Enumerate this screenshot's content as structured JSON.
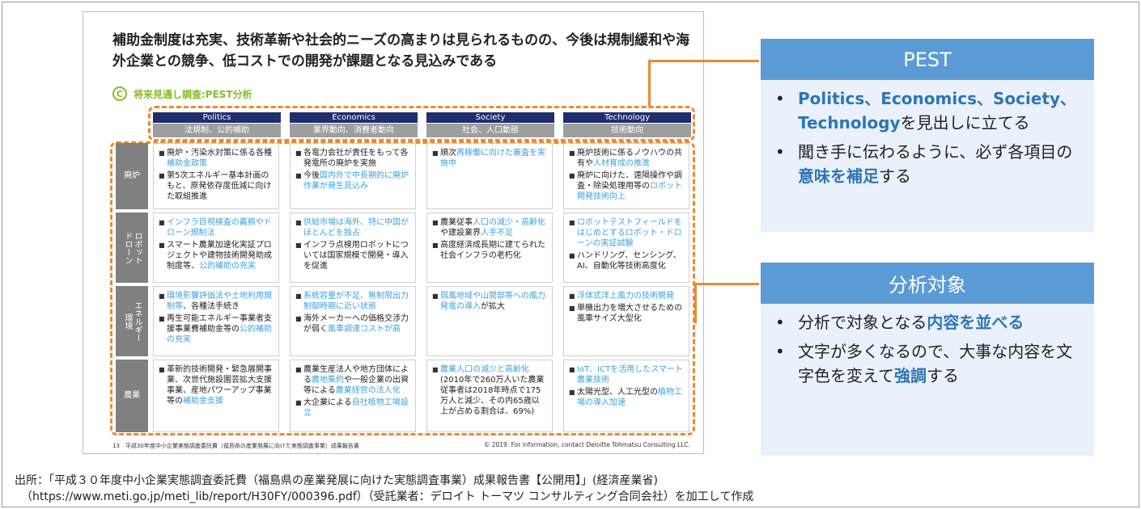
{
  "slide": {
    "title": "補助金制度は充実、技術革新や社会的ニーズの高まりは見られるものの、今後は規制緩和や海外企業との競争、低コストでの開発が課題となる見込みである",
    "sub_letter": "C",
    "sub_label": "将来見通し調査:PEST分析",
    "columns": [
      {
        "en": "Politics",
        "jp": "法規制、公的補助"
      },
      {
        "en": "Economics",
        "jp": "業界動向、消費者動向"
      },
      {
        "en": "Society",
        "jp": "社会、人口動態"
      },
      {
        "en": "Technology",
        "jp": "技術動向"
      }
    ],
    "rows": [
      {
        "label": "廃炉",
        "cells": [
          [
            [
              {
                "t": "廃炉・汚染水対策に係る各種"
              },
              {
                "t": "補助金政策",
                "h": true
              }
            ],
            [
              {
                "t": "第5次エネルギー基本計画のもと、原発依存度低減に向けた取組推進"
              }
            ]
          ],
          [
            [
              {
                "t": "各電力会社が責任をもって各発電所の廃炉を実施"
              }
            ],
            [
              {
                "t": "今後"
              },
              {
                "t": "国内外で中長期的に廃炉作業が発生見込み",
                "h": true
              }
            ]
          ],
          [
            [
              {
                "t": "順次"
              },
              {
                "t": "再稼働に向けた審査を実施中",
                "h": true
              }
            ]
          ],
          [
            [
              {
                "t": "廃炉技術に係るノウハウの共有や"
              },
              {
                "t": "人材育成の推進",
                "h": true
              }
            ],
            [
              {
                "t": "廃炉に向けた、遠隔操作や調査・除染処理用等の"
              },
              {
                "t": "ロボット開発技術向上",
                "h": true
              }
            ]
          ]
        ]
      },
      {
        "label": "ロボット\nドローン",
        "cells": [
          [
            [
              {
                "t": "インフラ目視検査の義務やドローン規制法",
                "h": true
              }
            ],
            [
              {
                "t": "スマート農業加速化実証プロジェクトや建物技術開発助成制度等、"
              },
              {
                "t": "公的補助の充実",
                "h": true
              }
            ]
          ],
          [
            [
              {
                "t": "供給市場は海外、特に中国がほとんどを独占",
                "h": true
              }
            ],
            [
              {
                "t": "インフラ点検用ロボットについては国家規模で開発・導入を促進"
              }
            ]
          ],
          [
            [
              {
                "t": "農業従事"
              },
              {
                "t": "人口の減少・高齢化",
                "h": true
              },
              {
                "t": "や建設業界"
              },
              {
                "t": "人手不足",
                "h": true
              }
            ],
            [
              {
                "t": "高度経済成長期に建てられた社会インフラの老朽化"
              }
            ]
          ],
          [
            [
              {
                "t": "ロボットテストフィールドをはじめとするロボット・ドローンの実証試験",
                "h": true
              }
            ],
            [
              {
                "t": "ハンドリング、センシング、AI、自動化等技術高度化"
              }
            ]
          ]
        ]
      },
      {
        "label": "エネルギー\n環境",
        "cells": [
          [
            [
              {
                "t": "環境影響評価法や土地利用規制等",
                "h": true
              },
              {
                "t": "、各種法手続き"
              }
            ],
            [
              {
                "t": "再生可能エネルギー事業者支援事業費補助金等の"
              },
              {
                "t": "公的補助の充実",
                "h": true
              }
            ]
          ],
          [
            [
              {
                "t": "系統容量が不足、無制限出力制御時期に近い状態",
                "h": true
              }
            ],
            [
              {
                "t": "海外メーカーへの価格交渉力が弱く"
              },
              {
                "t": "風車調達コストが高",
                "h": true
              }
            ]
          ],
          [
            [
              {
                "t": "弱風地域や山間部等への風力発電の導入",
                "h": true
              },
              {
                "t": "が拡大"
              }
            ]
          ],
          [
            [
              {
                "t": "浮体式洋上風力の技術開発",
                "h": true
              }
            ],
            [
              {
                "t": "単機出力を増大させるための風車サイズ大型化"
              }
            ]
          ]
        ]
      },
      {
        "label": "農業",
        "cells": [
          [
            [
              {
                "t": "革新的技術開発・緊急展開事業、次世代施設園芸拡大支援事業、産地パワーアップ事業等の"
              },
              {
                "t": "補助金支援",
                "h": true
              }
            ]
          ],
          [
            [
              {
                "t": "農業生産法人や地方団体による"
              },
              {
                "t": "農地集約",
                "h": true
              },
              {
                "t": "や一般企業の出資等による"
              },
              {
                "t": "農業経営の法人化",
                "h": true
              }
            ],
            [
              {
                "t": "大企業による"
              },
              {
                "t": "自社植物工場設立",
                "h": true
              }
            ]
          ],
          [
            [
              {
                "t": "農業人口の減少と高齢化",
                "h": true
              },
              {
                "t": "(2010年で260万人いた農業従事者は2018年時点で175万人と減少、その内65歳以上が占める割合は、69%)"
              }
            ]
          ],
          [
            [
              {
                "t": "IoT、ICTを活用したスマート農業技術",
                "h": true
              }
            ],
            [
              {
                "t": "太陽光型、人工光型の"
              },
              {
                "t": "植物工場の導入加速",
                "h": true
              }
            ]
          ]
        ]
      }
    ],
    "footer_left": "13　平成30年度中小企業実態調査委託費（福島県の産業発展に向けた実態調査事業）成果報告書",
    "footer_right": "© 2019. For information, contact Deloitte Tohmatsu Consulting LLC."
  },
  "panel1": {
    "title": "PEST",
    "items": [
      [
        {
          "t": "Politics、Economics、Society、Technology",
          "s": true
        },
        {
          "t": "を見出しに立てる"
        }
      ],
      [
        {
          "t": "聞き手に伝わるように、必ず各項目の"
        },
        {
          "t": "意味を補足",
          "s": true
        },
        {
          "t": "する"
        }
      ]
    ]
  },
  "panel2": {
    "title": "分析対象",
    "items": [
      [
        {
          "t": "分析で対象となる"
        },
        {
          "t": "内容を並べる",
          "s": true
        }
      ],
      [
        {
          "t": "文字が多くなるので、大事な内容を文字色を変えて"
        },
        {
          "t": "強調",
          "s": true
        },
        {
          "t": "する"
        }
      ]
    ]
  },
  "source": {
    "line1": "出所：「平成３０年度中小企業実態調査委託費（福島県の産業発展に向けた実態調査事業）成果報告書【公開用】」(経済産業省)",
    "line2": "（https://www.meti.go.jp/meti_lib/report/H30FY/000396.pdf）（受託業者：デロイト トーマツ コンサルティング合同会社）を加工して作成"
  },
  "colors": {
    "accent_orange": "#ec8a2f",
    "panel_blue": "#5b9bd5",
    "panel_bg": "#eaf1fa",
    "highlight_text": "#3da1e0",
    "header_navy": "#1f2f6e",
    "deloitte_green": "#86bc25"
  }
}
